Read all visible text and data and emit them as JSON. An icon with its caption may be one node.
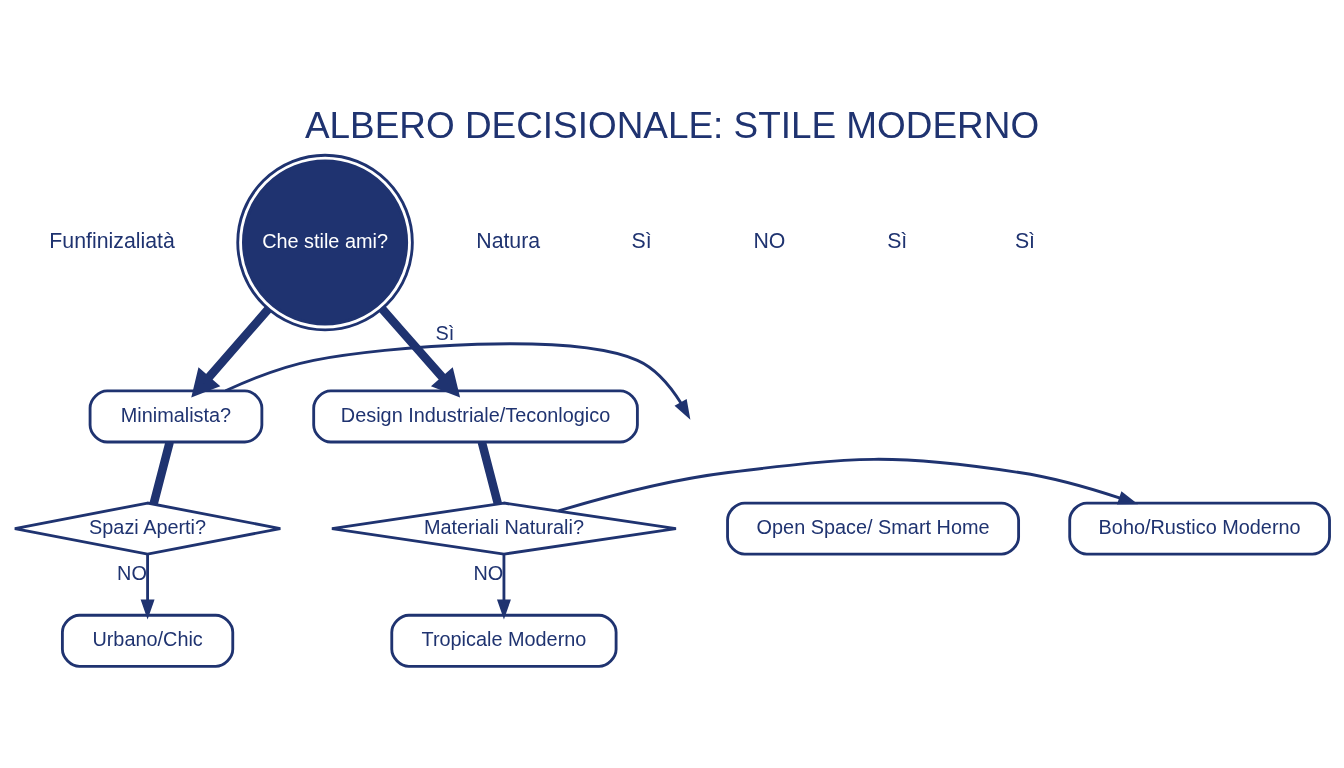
{
  "diagram": {
    "title": "ALBERO DECISIONALE: STILE MODERNO",
    "nodes": [
      {
        "text": [
          "Che stile ami?"
        ]
      },
      {
        "text": [
          "Minimalista?"
        ]
      },
      {
        "text": [
          "Design Industriale/Teconlogico"
        ]
      },
      {
        "text": [
          "Spazi Aperti?"
        ]
      },
      {
        "text": [
          "Open Space/ Smart Home"
        ]
      },
      {
        "text": [
          "Urbano/Chic"
        ]
      },
      {
        "text": [
          "Materiali Naturali?"
        ]
      },
      {
        "text": [
          "Boho/Rustico Moderno"
        ]
      },
      {
        "text": [
          "Tropicale Moderno"
        ]
      }
    ],
    "edges": [
      {
        "from": 0,
        "to": 1,
        "arrow": "to",
        "style": "thick"
      },
      {
        "from": 0,
        "to": 2,
        "arrow": "to",
        "style": "thick"
      },
      {
        "from": 1,
        "to": null,
        "arrow": "to",
        "label": "Sì"
      },
      {
        "from": 1,
        "to": 3,
        "arrow": "none",
        "style": "thick"
      },
      {
        "from": 3,
        "to": 5,
        "arrow": "to",
        "label": "NO"
      },
      {
        "from": 2,
        "to": 6,
        "arrow": "none",
        "style": "thick"
      },
      {
        "from": 6,
        "to": 7,
        "arrow": "to"
      },
      {
        "from": 6,
        "to": 8,
        "arrow": "to",
        "label": "NO"
      }
    ],
    "labels": [
      "Funfinizaliatà",
      "Natura",
      "Sì",
      "NO",
      "Sì",
      "Sì"
    ]
  }
}
